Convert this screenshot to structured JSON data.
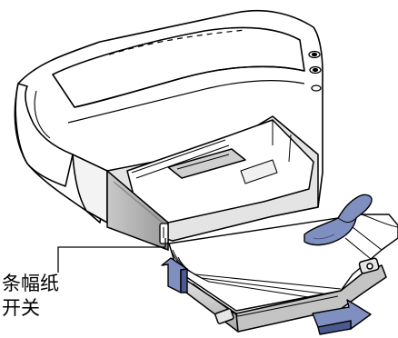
{
  "illustration": {
    "subject": "inkjet-printer-with-banner-paper-loading",
    "callout": {
      "line1": "条幅纸",
      "line2": "开关"
    },
    "colors": {
      "outline": "#000000",
      "body": "#ffffff",
      "tray_shade": "#d3d3d3",
      "tray_dark": "#9d9d9d",
      "arrow_fill": "#7f8fc0",
      "arrow_dark": "#4a5a8f"
    },
    "icons": [
      "push-up-arrow-icon",
      "slide-out-arrow-icon",
      "pointing-hand-icon"
    ]
  }
}
